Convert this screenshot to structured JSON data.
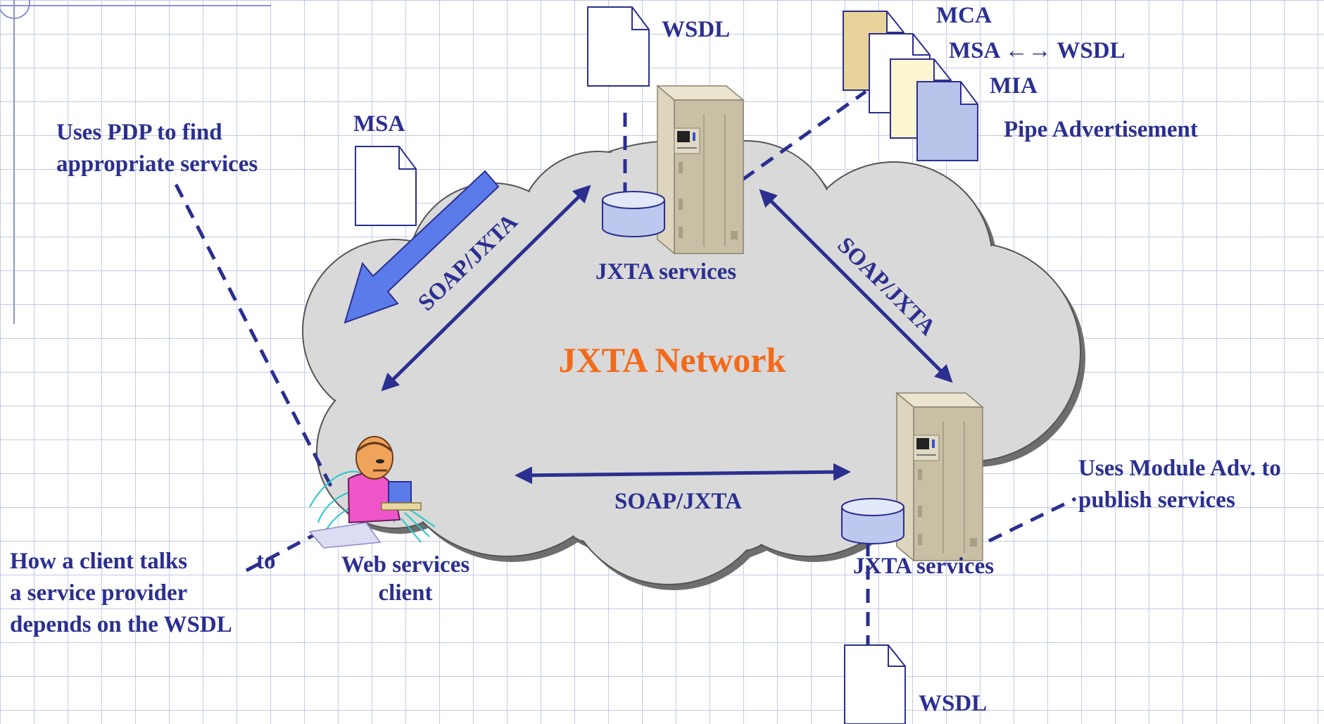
{
  "network_label": "JXTA Network",
  "labels": {
    "uses_pdp_line1": "Uses PDP to find",
    "uses_pdp_line2": "appropriate services",
    "msa_doc": "MSA",
    "wsdl_top": "WSDL",
    "mca": "MCA",
    "msa_wsdl": "MSA ←→ WSDL",
    "mia": "MIA",
    "pipe_adv": "Pipe Advertisement",
    "jxta_services_top": "JXTA services",
    "soap_left": "SOAP/JXTA",
    "soap_right": "SOAP/JXTA",
    "soap_bottom": "SOAP/JXTA",
    "uses_module_line1": "Uses Module Adv. to",
    "uses_module_line2": "publish services",
    "jxta_services_bottom": "JXTA services",
    "web_client_line1": "Web services",
    "web_client_line2": "client",
    "how_client_line1": "How a client talks",
    "how_client_to": "to",
    "how_client_line2": "a service provider",
    "how_client_line3": "depends on the WSDL",
    "wsdl_bottom": "WSDL"
  },
  "colors": {
    "label_text": "#2b2f8f",
    "network_text": "#f26a1b",
    "cloud_fill": "#d9d9d9",
    "arrow_blue": "#5b7bea",
    "doc_tan": "#e8d49a",
    "doc_cream": "#fbf6cf",
    "doc_lavender": "#b8c3ea",
    "server_beige": "#cfc6ac"
  },
  "icons": {
    "person": "person-at-computer-icon",
    "server": "server-tower-icon",
    "database": "database-cylinder-icon",
    "document": "document-icon"
  }
}
